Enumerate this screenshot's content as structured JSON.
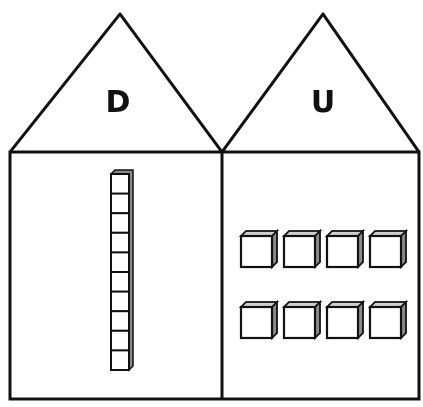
{
  "place_value_houses": [
    {
      "letter": "D",
      "blocks": [
        {
          "kind": "rod",
          "units": 10,
          "count": 1
        }
      ]
    },
    {
      "letter": "U",
      "blocks": [
        {
          "kind": "cube",
          "count": 8
        }
      ]
    }
  ],
  "colors": {
    "stroke": "#111111",
    "background": "#ffffff",
    "cube_top": "#cfcfcf",
    "cube_side": "#8a8a8a"
  }
}
